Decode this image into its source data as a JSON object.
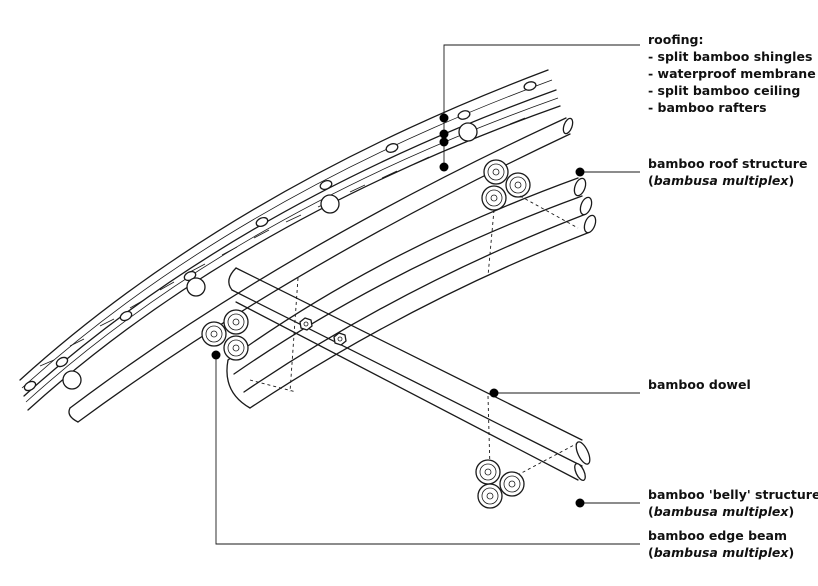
{
  "labels": {
    "roofing": {
      "title": "roofing:",
      "items": [
        "- split bamboo shingles",
        "- waterproof membrane",
        "- split bamboo ceiling",
        "- bamboo rafters"
      ]
    },
    "roof_structure": {
      "line1": "bamboo roof structure",
      "species_open": "(",
      "species": "bambusa multiplex",
      "species_close": ")"
    },
    "dowel": {
      "line1": "bamboo dowel"
    },
    "belly": {
      "line1": "bamboo 'belly' structure",
      "species_open": "(",
      "species": "bambusa multiplex",
      "species_close": ")"
    },
    "edge_beam": {
      "line1": "bamboo edge beam",
      "species_open": "(",
      "species": "bambusa multiplex",
      "species_close": ")"
    }
  },
  "colors": {
    "ink": "#1a1a1a",
    "background": "#ffffff"
  }
}
